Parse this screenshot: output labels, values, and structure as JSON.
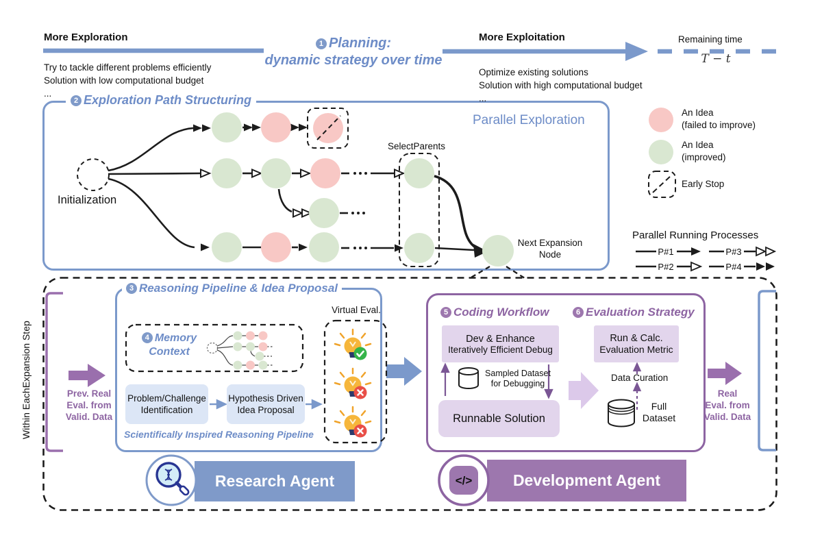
{
  "top": {
    "left": {
      "title": "More Exploration",
      "line1": "Try to tackle different problems efficiently",
      "line2": "Solution with low computational budget",
      "ellipsis": "..."
    },
    "planning": {
      "badge": "1",
      "title": "Planning:",
      "subtitle": "dynamic strategy over time"
    },
    "right": {
      "title": "More Exploitation",
      "line1": "Optimize existing solutions",
      "line2": "Solution with high computational budget",
      "ellipsis": "..."
    },
    "remaining": {
      "label": "Remaining time",
      "formula": "T − t"
    }
  },
  "exploration": {
    "badge": "2",
    "title": "Exploration Path Structuring",
    "parallel_label": "Parallel Exploration",
    "init_label": "Initialization",
    "select_parents": "SelectParents",
    "next_line1": "Next Expansion",
    "next_line2": "Node"
  },
  "legend": {
    "failed_line1": "An Idea",
    "failed_line2": "(failed to improve)",
    "improved_line1": "An Idea",
    "improved_line2": "(improved)",
    "early_stop": "Early Stop",
    "processes_title": "Parallel Running Processes",
    "p1": "P#1",
    "p2": "P#2",
    "p3": "P#3",
    "p4": "P#4"
  },
  "flow": {
    "within_label": "Within EachExpansion Step",
    "prev_eval": {
      "l1": "Prev.  Real",
      "l2": "Eval. from",
      "l3": "Valid.  Data"
    },
    "real_eval": {
      "l1": "Real",
      "l2": "Eval. from",
      "l3": "Valid.  Data"
    }
  },
  "research": {
    "badge": "3",
    "title": "Reasoning Pipeline & Idea Proposal",
    "virtual_eval": "Virtual Eval.",
    "memory": {
      "badge": "4",
      "l1": "Memory",
      "l2": "Context"
    },
    "problem": {
      "l1": "Problem/Challenge",
      "l2": "Identification"
    },
    "hypothesis": {
      "l1": "Hypothesis Driven",
      "l2": "Idea Proposal"
    },
    "caption": "Scientifically Inspired Reasoning Pipeline",
    "banner": "Research Agent"
  },
  "development": {
    "coding": {
      "badge": "5",
      "title": "Coding Workflow"
    },
    "evaluation": {
      "badge": "6",
      "title": "Evaluation Strategy"
    },
    "dev_box": {
      "l1": "Dev & Enhance",
      "l2": "Iteratively Efficient Debug"
    },
    "sampled": {
      "l1": "Sampled Dataset",
      "l2": "for Debugging"
    },
    "runnable": "Runnable Solution",
    "run_calc": {
      "l1": "Run & Calc.",
      "l2": "Evaluation Metric"
    },
    "data_curation": "Data Curation",
    "full": {
      "l1": "Full",
      "l2": "Dataset"
    },
    "banner": "Development Agent",
    "icon_glyph": "</>"
  },
  "colors": {
    "accent_blue": "#6d8cc7",
    "border_blue": "#7b99cb",
    "accent_purple": "#8d64a2",
    "banner_purple": "#9d77ae",
    "node_green": "#d9e7d1",
    "node_pink": "#f8c8c5",
    "light_blue": "#dce6f6",
    "light_purple": "#e2d5ec"
  }
}
